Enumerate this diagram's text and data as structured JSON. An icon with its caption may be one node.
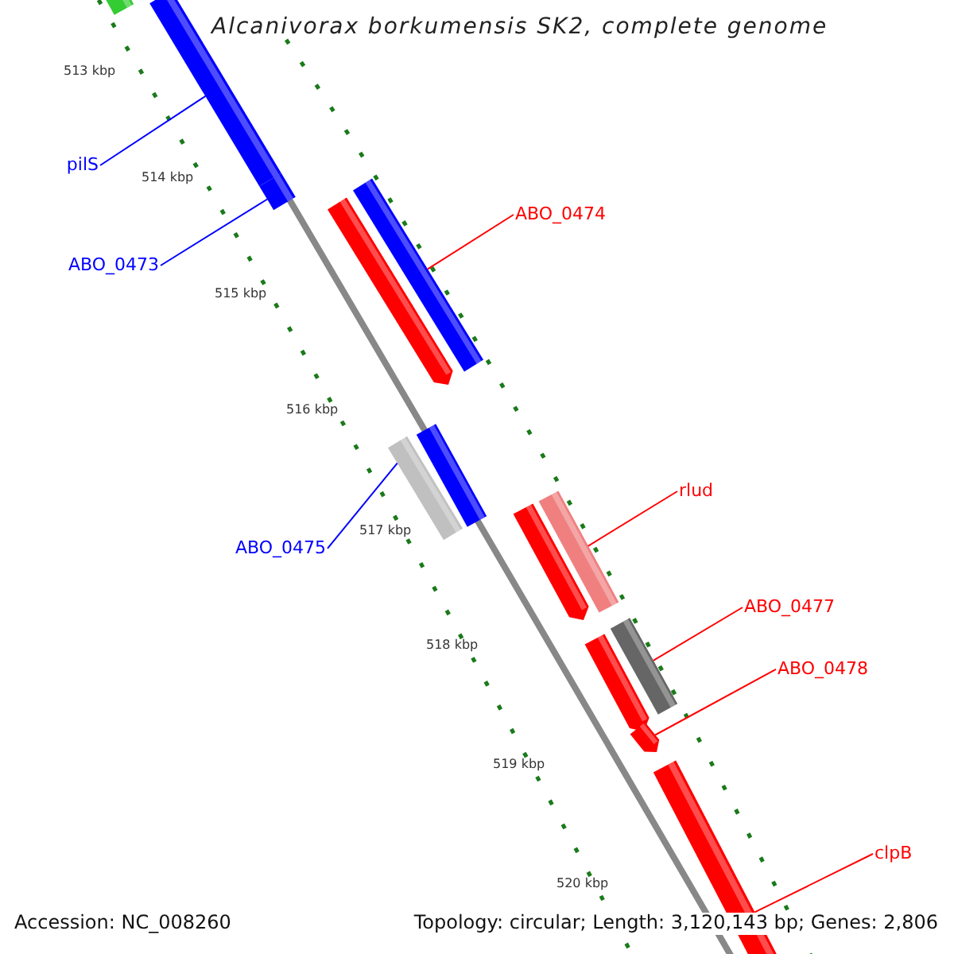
{
  "diagram": {
    "title": "Alcanivorax borkumensis SK2, complete genome",
    "nodes": [
      {
        "text": [
          "pilS"
        ]
      },
      {
        "text": [
          "ABO_0473"
        ]
      },
      {
        "text": [
          "ABO_0474"
        ]
      },
      {
        "text": [
          "ABO_0475"
        ]
      },
      {
        "text": [
          "rlud"
        ]
      },
      {
        "text": [
          "ABO_0477"
        ]
      },
      {
        "text": [
          "ABO_0478"
        ]
      },
      {
        "text": [
          "clpB"
        ]
      },
      {
        "text": [],
        "shape": "bar"
      },
      {
        "text": [],
        "shape": "bar"
      },
      {
        "text": [],
        "shape": "bar"
      },
      {
        "text": [],
        "shape": "bar"
      },
      {
        "text": [],
        "shape": "bar"
      },
      {
        "text": [],
        "shape": "bar"
      },
      {
        "text": [],
        "shape": "bar"
      },
      {
        "text": [],
        "shape": "bar"
      },
      {
        "text": [],
        "shape": "bar"
      },
      {
        "text": [],
        "shape": "bar"
      },
      {
        "text": [],
        "shape": "bar"
      },
      {
        "text": [],
        "shape": "bar"
      },
      {
        "text": [],
        "shape": "bar"
      }
    ],
    "edges": [
      {
        "from": 0,
        "to": 9,
        "arrow": "none",
        "color": "#0000ff"
      },
      {
        "from": 1,
        "to": 10,
        "arrow": "none",
        "color": "#0000ff"
      },
      {
        "from": 2,
        "to": 11,
        "arrow": "none"
      },
      {
        "from": 3,
        "to": 13,
        "arrow": "none",
        "color": "#0000ff"
      },
      {
        "from": 4,
        "to": 16,
        "arrow": "none"
      },
      {
        "from": 5,
        "to": 18,
        "arrow": "none"
      },
      {
        "from": 6,
        "to": 19,
        "arrow": "none"
      },
      {
        "from": 7,
        "to": 20,
        "arrow": "none"
      }
    ],
    "labels": [
      "513 kbp",
      "514 kbp",
      "515 kbp",
      "516 kbp",
      "517 kbp",
      "518 kbp",
      "519 kbp",
      "520 kbp",
      "Accession: NC_008260",
      "Topology: circular; Length: 3,120,143 bp; Genes: 2,806"
    ]
  }
}
